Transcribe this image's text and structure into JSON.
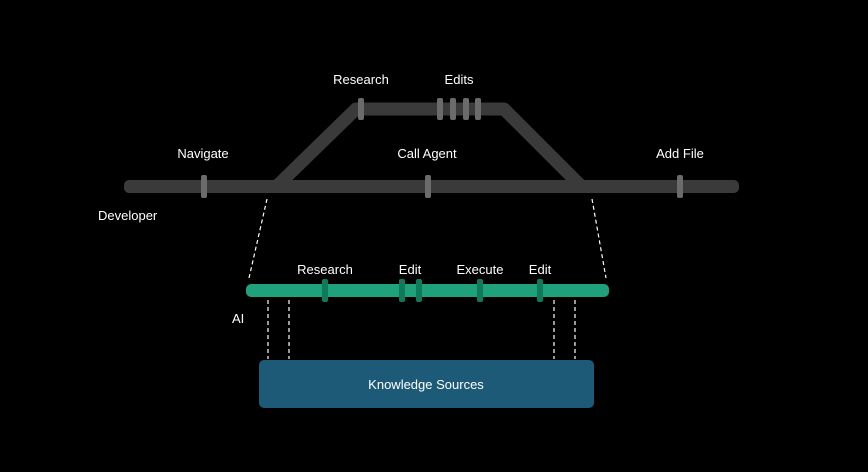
{
  "colors": {
    "background": "#000000",
    "developer_track": "#3a3a3a",
    "developer_tick": "#6b6b6b",
    "ai_track": "#1fa27c",
    "ai_tick": "#0f7a5a",
    "knowledge_box": "#1d5a78",
    "connector": "#ffffff",
    "text": "#ffffff"
  },
  "developer": {
    "lane_label": "Developer",
    "branch_labels": {
      "research": "Research",
      "edits": "Edits"
    },
    "main_labels": {
      "navigate": "Navigate",
      "call_agent": "Call Agent",
      "add_file": "Add File"
    }
  },
  "ai": {
    "lane_label": "AI",
    "labels": {
      "research": "Research",
      "edit_1": "Edit",
      "execute": "Execute",
      "edit_2": "Edit"
    }
  },
  "knowledge": {
    "label": "Knowledge Sources"
  }
}
